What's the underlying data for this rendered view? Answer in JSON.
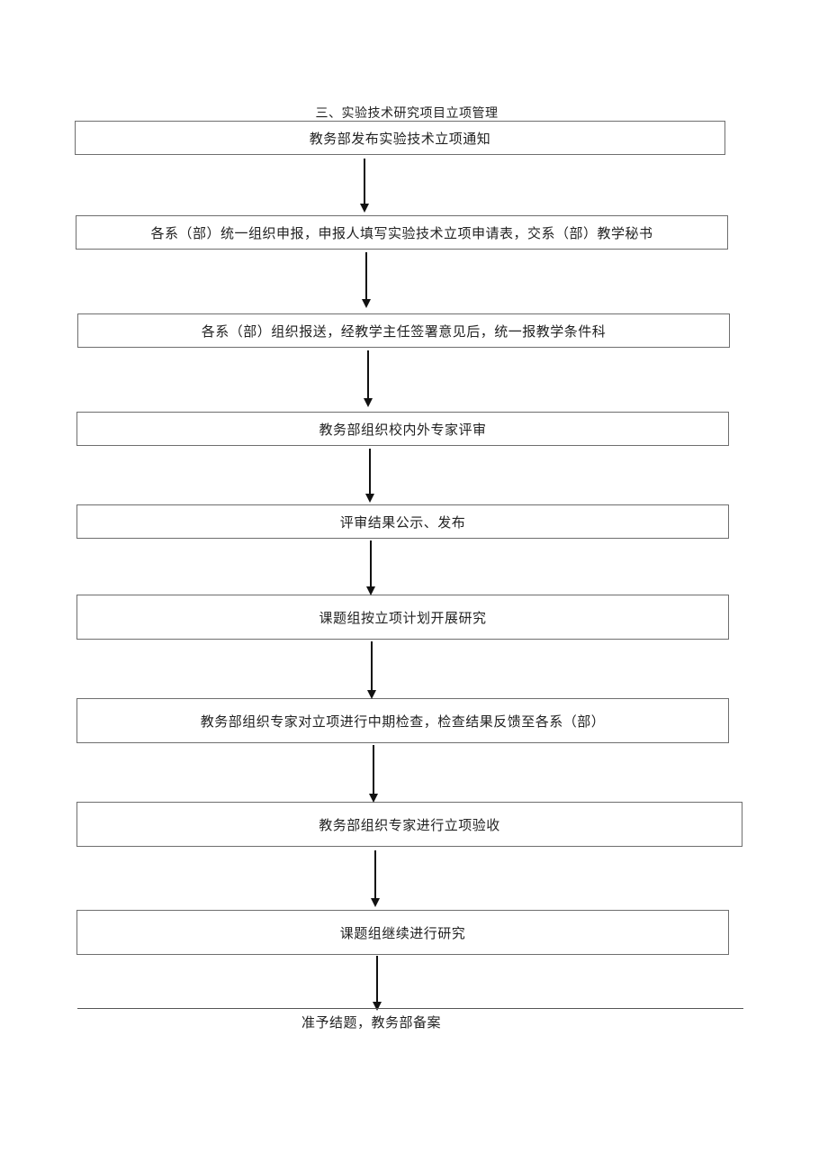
{
  "title": "三、实验技术研究项目立项管理",
  "steps": [
    "教务部发布实验技术立项通知",
    "各系（部）统一组织申报，申报人填写实验技术立项申请表，交系（部）教学秘书",
    "各系（部）组织报送，经教学主任签署意见后，统一报教学条件科",
    "教务部组织校内外专家评审",
    "评审结果公示、发布",
    "课题组按立项计划开展研究",
    "教务部组织专家对立项进行中期检查，检查结果反馈至各系（部）",
    "教务部组织专家进行立项验收",
    "课题组继续进行研究"
  ],
  "final": "准予结题，教务部备案"
}
